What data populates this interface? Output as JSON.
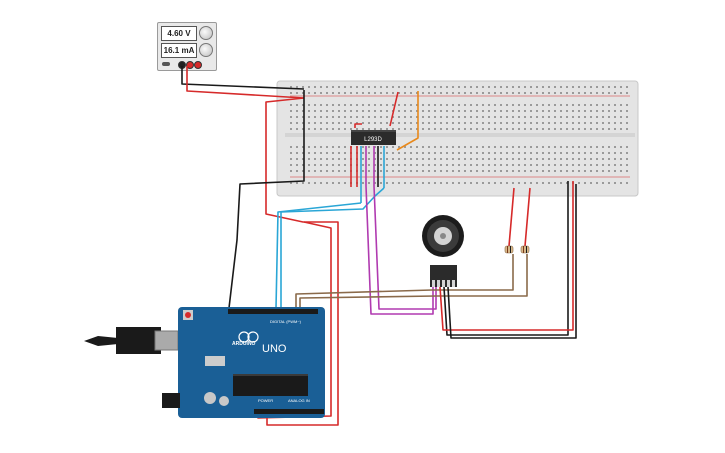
{
  "power_supply": {
    "voltage": "4.60 V",
    "current": "16.1 mA"
  },
  "chip": {
    "label": "L293D"
  },
  "arduino": {
    "brand": "ARDUINO",
    "model": "UNO",
    "digital_label": "DIGITAL (PWM~)",
    "power_label": "POWER",
    "analog_label": "ANALOG IN"
  },
  "colors": {
    "breadboard": "#e4e4e4",
    "arduino_board": "#1a5f96",
    "wire_red": "#d62a2a",
    "wire_black": "#1a1a1a",
    "wire_orange": "#e8891c",
    "wire_cyan": "#2aa6d6",
    "wire_magenta": "#b03ab0",
    "wire_brown": "#8a6a4a"
  }
}
